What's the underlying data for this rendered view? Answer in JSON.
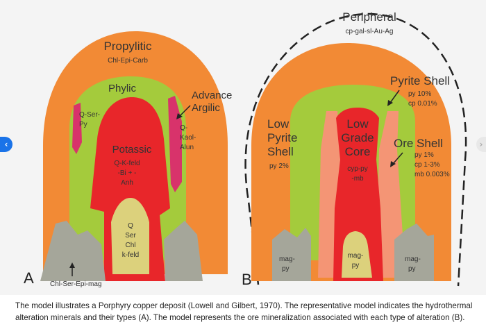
{
  "colors": {
    "propylitic": "#f28a35",
    "phylic": "#a4cb3c",
    "potassic": "#e8262a",
    "argilic": "#d8336b",
    "core": "#dcd17c",
    "rock": "#a5a69a",
    "pink": "#f49575",
    "background": "#f4f4f4"
  },
  "diagram_a": {
    "propylitic_title": "Propylitic",
    "propylitic_minerals": "Chl-Epi-Carb",
    "phylic_title": "Phylic",
    "phylic_left_1": "Q-Ser-",
    "phylic_left_2": "Py",
    "advance_1": "Advance",
    "advance_2": "Argilic",
    "argilic_1": "Q-",
    "argilic_2": "Kaol-",
    "argilic_3": "Alun",
    "potassic_title": "Potassic",
    "potassic_1": "Q-K-feld",
    "potassic_2": "-Bi + -",
    "potassic_3": "Anh",
    "core_1": "Q",
    "core_2": "Ser",
    "core_3": "Chl",
    "core_4": "k-feld",
    "letter": "A",
    "bottom_label": "Chl-Ser-Epi-mag"
  },
  "diagram_b": {
    "peripheral_title": "Peripheral",
    "peripheral_minerals": "cp-gal-sl-Au-Ag",
    "pyrite_shell_title": "Pyrite Shell",
    "pyrite_shell_1": "py 10%",
    "pyrite_shell_2": "cp 0.01%",
    "low_pyrite_1": "Low",
    "low_pyrite_2": "Pyrite",
    "low_pyrite_3": "Shell",
    "low_pyrite_4": "py 2%",
    "low_grade_1": "Low",
    "low_grade_2": "Grade",
    "low_grade_3": "Core",
    "low_grade_4": "cyp-py",
    "low_grade_5": "-mb",
    "ore_shell_title": "Ore Shell",
    "ore_shell_1": "py 1%",
    "ore_shell_2": "cp 1-3%",
    "ore_shell_3": "mb 0.003%",
    "mag_left_1": "mag-",
    "mag_left_2": "py",
    "mag_center_1": "mag-",
    "mag_center_2": "py",
    "mag_right_1": "mag-",
    "mag_right_2": "py",
    "letter": "B"
  },
  "nav": {
    "prev_icon": "‹",
    "next_icon": "›"
  },
  "caption": "The model illustrates a Porphyry copper deposit (Lowell and Gilbert, 1970). The representative model indicates the hydrothermal alteration minerals and their types (A). The model represents the ore mineralization associated with each type of alteration (B)."
}
